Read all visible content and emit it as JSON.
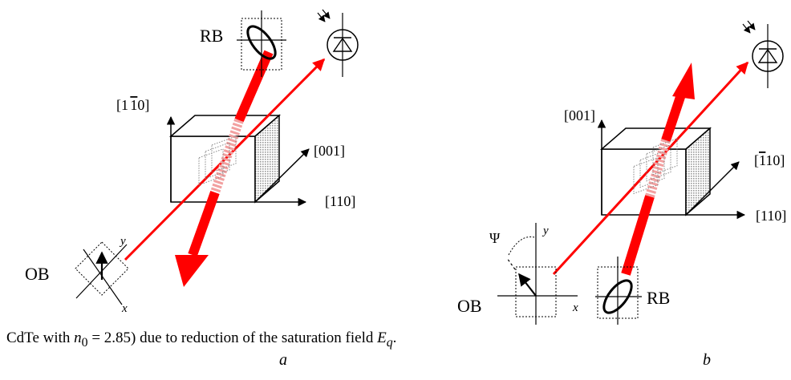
{
  "caption": {
    "lead": "CdTe with ",
    "var_n": "n",
    "sub_0": "0",
    "mid": " = 2.85) due to reduction of the saturation field ",
    "var_E": "E",
    "sub_q": "q",
    "end": "."
  },
  "panel_a": {
    "letter": "a",
    "rb_label": "RB",
    "ob_label": "OB",
    "axis_vertical": "[1 10]",
    "axis_vertical_bar_digit": "1",
    "axis_001": "[001]",
    "axis_110": "[110]",
    "pol_y": "y",
    "pol_x": "x"
  },
  "panel_b": {
    "letter": "b",
    "rb_label": "RB",
    "ob_label": "OB",
    "axis_vertical": "[001]",
    "axis_diag": "[1 10]",
    "axis_110": "[110]",
    "pol_y": "y",
    "pol_x": "x",
    "angle_label": "Ψ"
  },
  "colors": {
    "beam": "#ff0000",
    "beam_faded": "#f2a0a0",
    "ink": "#000000",
    "shade": "#c8c8c8"
  },
  "icons": [
    "photodiode-icon",
    "ellipse-polarizer-icon",
    "arrow-icon"
  ]
}
